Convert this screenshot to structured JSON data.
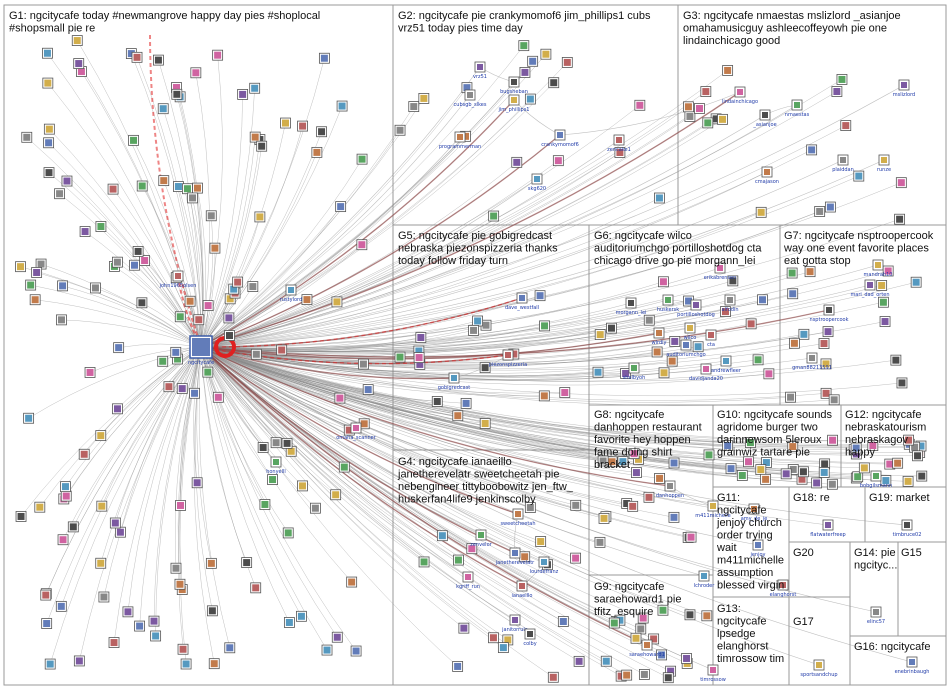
{
  "groups": [
    {
      "id": "G1",
      "lines": [
        "G1: ngcitycafe today #newmangrove happy day pies #shoplocal",
        "#shopsmall pie re"
      ]
    },
    {
      "id": "G2",
      "lines": [
        "G2: ngcitycafe pie crankymomof6 jim_phillips1 cubs",
        "vrz51 today pies time day"
      ]
    },
    {
      "id": "G3",
      "lines": [
        "G3: ngcitycafe nmaestas mslizlord _asianjoe",
        "omahamusicguy ashleecoffeyowh pie one",
        "lindainchicago good"
      ]
    },
    {
      "id": "G5",
      "lines": [
        "G5: ngcitycafe pie gobigredcast",
        "nebraska piezonspizzeria thanks",
        "today follow friday turn"
      ]
    },
    {
      "id": "G6",
      "lines": [
        "G6: ngcitycafe wilco",
        "auditoriumchgo portilloshotdog cta",
        "chicago drive go pie morgann_lei"
      ]
    },
    {
      "id": "G7",
      "lines": [
        "G7: ngcitycafe nsptroopercook",
        "way one event favorite places",
        "eat gotta stop"
      ]
    },
    {
      "id": "G4",
      "lines": [
        "G4: ngcitycafe ianaeillo",
        "janetherevelatr sweetcheetah pie",
        "nebengineer tittyboobowitz jen_ftw_",
        "huskerfan4life9 jenkinscolby"
      ]
    },
    {
      "id": "G8",
      "lines": [
        "G8: ngcitycafe",
        "danhoppen restaurant",
        "favorite hey hoppen",
        "fame doing shirt",
        "bracket"
      ]
    },
    {
      "id": "G10",
      "lines": [
        "G10: ngcitycafe sounds",
        "agridome burger two",
        "darinnewsom 5leroux",
        "grainwiz tartare pie"
      ]
    },
    {
      "id": "G12",
      "lines": [
        "G12: ngcitycafe",
        "nebraskatourism",
        "nebraskagov",
        "happy"
      ]
    },
    {
      "id": "G11",
      "lines": [
        "G11:",
        "ngcitycafe",
        "jenjoy church",
        "order trying",
        "wait",
        "m411michelle",
        "assumption",
        "blessed virgin"
      ]
    },
    {
      "id": "G18",
      "lines": [
        "G18: re"
      ]
    },
    {
      "id": "G19",
      "lines": [
        "G19: market"
      ]
    },
    {
      "id": "G20",
      "lines": [
        "G20"
      ]
    },
    {
      "id": "G14",
      "lines": [
        "G14: pie",
        "ngcityc..."
      ]
    },
    {
      "id": "G15",
      "lines": [
        "G15"
      ]
    },
    {
      "id": "G9",
      "lines": [
        "G9: ngcitycafe",
        "saraehoward1 pie",
        "tfitz_esquire"
      ]
    },
    {
      "id": "G13",
      "lines": [
        "G13:",
        "ngcitycafe",
        "lpsedge",
        "elanghorst",
        "timrossow tim"
      ]
    },
    {
      "id": "G17",
      "lines": [
        "G17"
      ]
    },
    {
      "id": "G16",
      "lines": [
        "G16: ngcitycafe"
      ]
    }
  ],
  "nodes": [
    {
      "label": "ngcitycafe",
      "hub": true
    },
    {
      "label": "john1965olsen"
    },
    {
      "label": "rustylord"
    },
    {
      "label": "omaha_scanner"
    },
    {
      "label": "honyelll"
    },
    {
      "label": "vrz51"
    },
    {
      "label": "bugsheban"
    },
    {
      "label": "cubsgb_slkes"
    },
    {
      "label": "jim_phillips1"
    },
    {
      "label": "programmerman"
    },
    {
      "label": "crankymomof6"
    },
    {
      "label": "zencake1"
    },
    {
      "label": "skg620"
    },
    {
      "label": "lindainchicago"
    },
    {
      "label": "nmaestas"
    },
    {
      "label": "mslizlord"
    },
    {
      "label": "_asianjoe"
    },
    {
      "label": "plaiddan"
    },
    {
      "label": "runze"
    },
    {
      "label": "cmajason"
    },
    {
      "label": "dave_westfall"
    },
    {
      "label": "piezonspizzeria"
    },
    {
      "label": "gobigredcast"
    },
    {
      "label": "erikabrensen"
    },
    {
      "label": "huskersk"
    },
    {
      "label": "portilloshotdog"
    },
    {
      "label": "morgann_lei"
    },
    {
      "label": "alfodin"
    },
    {
      "label": "wilco"
    },
    {
      "label": "wlrdiy"
    },
    {
      "label": "auditoriumchgo"
    },
    {
      "label": "cta"
    },
    {
      "label": "andrewfleer"
    },
    {
      "label": "davidjanda20"
    },
    {
      "label": "shelbyoh"
    },
    {
      "label": "mari_dad_orten"
    },
    {
      "label": "nsptroopercook"
    },
    {
      "label": "gman88213591"
    },
    {
      "label": "mandrah10"
    },
    {
      "label": "sweetcheetah"
    },
    {
      "label": "janetherevelatr"
    },
    {
      "label": "ianaeillo"
    },
    {
      "label": "lourdefranz"
    },
    {
      "label": "kgriff_run"
    },
    {
      "label": "zenvelor"
    },
    {
      "label": "janitorrule"
    },
    {
      "label": "colby"
    },
    {
      "label": "danhoppen"
    },
    {
      "label": "m411michelle"
    },
    {
      "label": "amy_de_je"
    },
    {
      "label": "jenjoy"
    },
    {
      "label": "elanghorst"
    },
    {
      "label": "lchroder"
    },
    {
      "label": "timrossow"
    },
    {
      "label": "bobgilsmann"
    },
    {
      "label": "flatwaterfreep"
    },
    {
      "label": "timbruce02"
    },
    {
      "label": "elinc57"
    },
    {
      "label": "sportsandchup"
    },
    {
      "label": "saraehoward1"
    },
    {
      "label": "enebrinbaugh"
    }
  ],
  "colors": {
    "box_border": "#9a9a9a",
    "edge": "#8a8a8a",
    "edge_heavy": "#8c3a3a",
    "highlight": "#e02020",
    "group_title": "#111111",
    "label": "#1f3aa8"
  }
}
